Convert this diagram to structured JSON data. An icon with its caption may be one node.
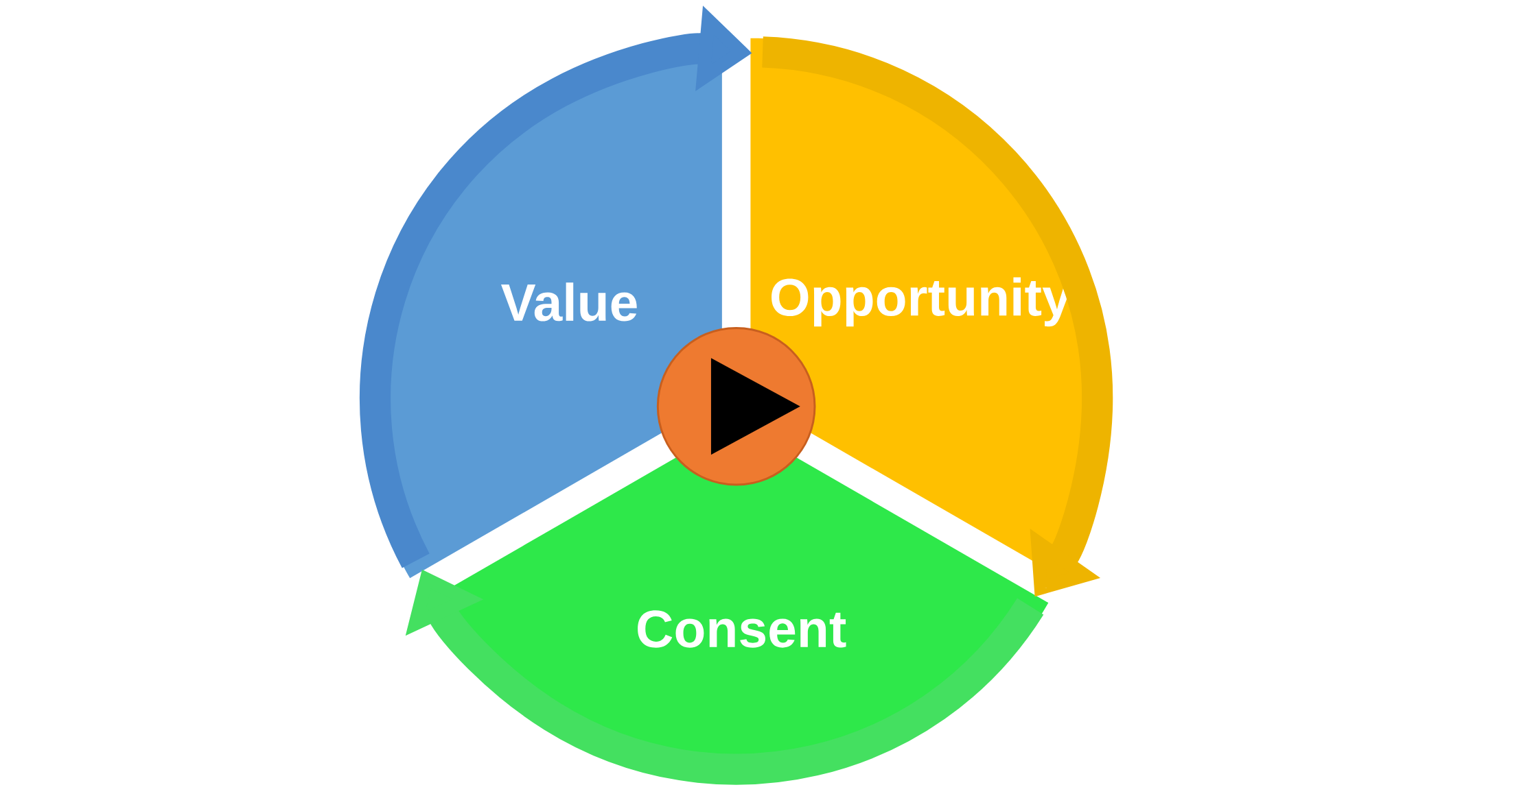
{
  "diagram": {
    "nodes": [
      {
        "text": [
          "Value"
        ]
      },
      {
        "text": [
          "Opportunity"
        ]
      },
      {
        "text": [
          "Consent"
        ]
      },
      {
        "text": [],
        "shape": "circle"
      }
    ],
    "edges": [
      {
        "from": 0,
        "to": 1,
        "arrow": "to",
        "color": "#4a88cc"
      },
      {
        "from": 1,
        "to": 2,
        "arrow": "to",
        "color": "#eeb400"
      },
      {
        "from": 2,
        "to": 0,
        "arrow": "to",
        "color": "#44e060"
      }
    ]
  }
}
